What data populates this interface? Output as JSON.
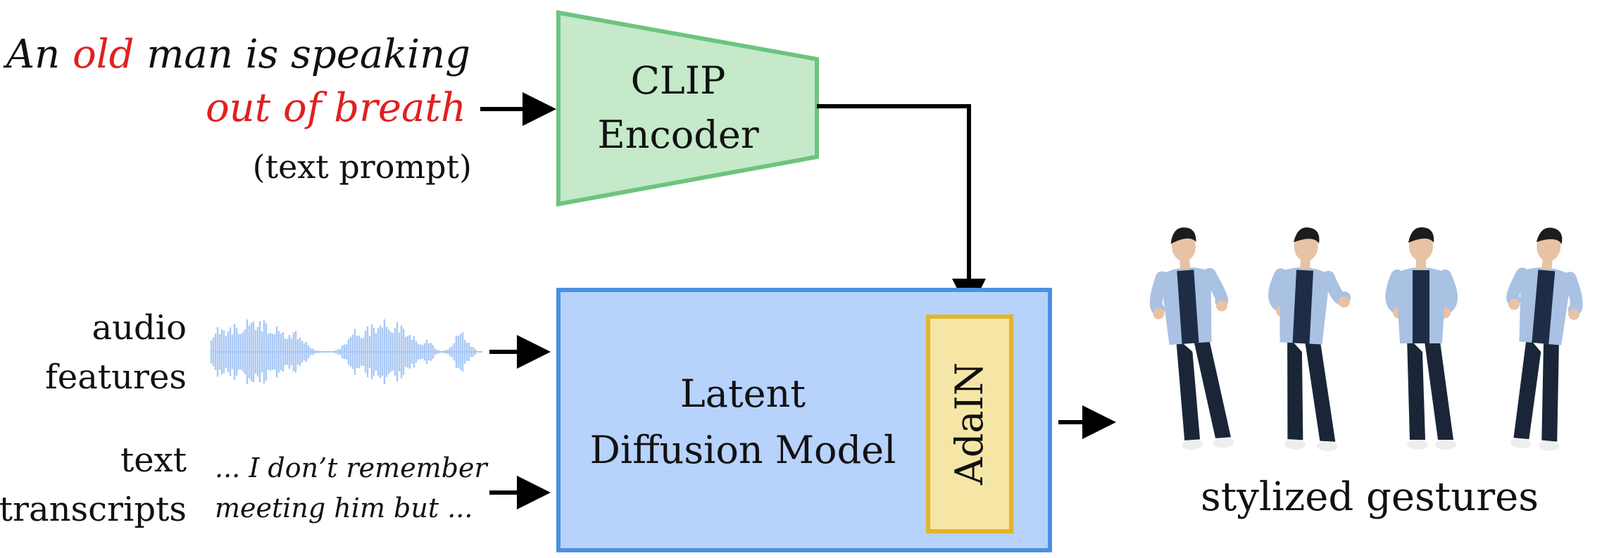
{
  "prompt": {
    "line1": [
      {
        "text": "An ",
        "highlight": false
      },
      {
        "text": "old",
        "highlight": true
      },
      {
        "text": " man is speaking",
        "highlight": false
      }
    ],
    "line2": "out of breath",
    "caption": "(text prompt)"
  },
  "encoder": {
    "line1": "CLIP",
    "line2": "Encoder"
  },
  "audio": {
    "line1": "audio",
    "line2": "features"
  },
  "transcripts": {
    "label_line1": "text",
    "label_line2": "transcripts",
    "snippet_line1": "... I don’t remember",
    "snippet_line2": "meeting him but ..."
  },
  "model": {
    "line1": "Latent",
    "line2": "Diffusion Model"
  },
  "adain": {
    "label": "AdaIN"
  },
  "output": {
    "label": "stylized gestures",
    "figure_count": 4
  },
  "colors": {
    "highlight": "#e02020",
    "encoder_fill": "#c5e9c9",
    "encoder_stroke": "#6cc47e",
    "model_fill": "#b7d2fb",
    "model_stroke": "#4a90e2",
    "adain_fill": "#f6e6a6",
    "adain_stroke": "#e2b52a",
    "waveform": "#a9c8f5",
    "shirt": "#a9c1e3",
    "pants": "#1a2638",
    "undershirt": "#1e2d45",
    "skin": "#e8c2a4",
    "hair": "#1c1c1c",
    "arrow": "#000000"
  }
}
